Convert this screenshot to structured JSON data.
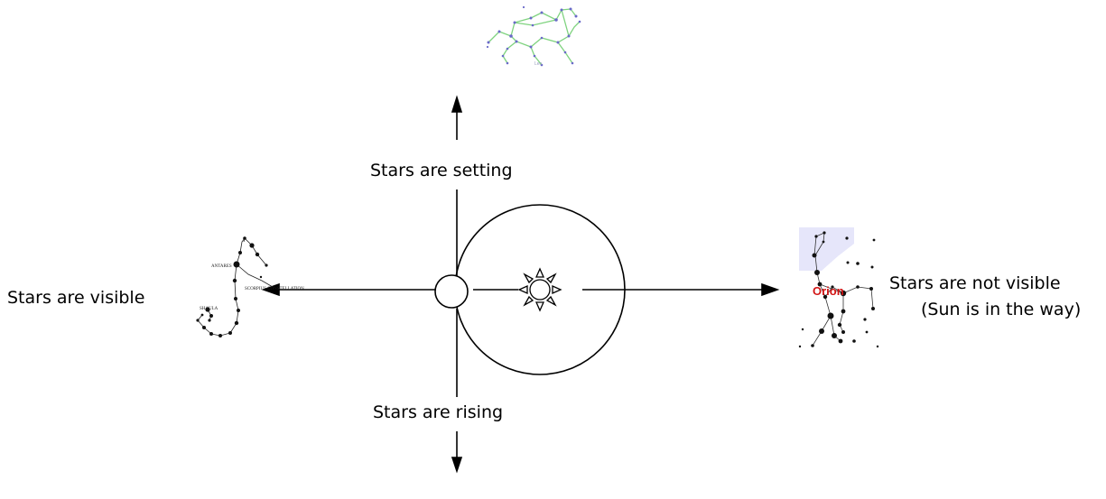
{
  "labels": {
    "setting": "Stars are setting",
    "rising": "Stars are rising",
    "visible": "Stars are visible",
    "not_visible": "Stars are not visible",
    "sun_in_way": "(Sun is in the way)"
  },
  "constellations": {
    "leo": "Leo",
    "scorpius": "SCORPIUS CONSTELLATION",
    "antares": "ANTARES",
    "shaula": "SHAULA",
    "orion": "Orion"
  },
  "colors": {
    "line": "#000000",
    "leo_lines": "#7fd37f",
    "leo_stars": "#6a6ac8",
    "orion_label": "#d21414",
    "orion_bg": "#e6e6fa"
  },
  "icons": {
    "sun": "sun-icon",
    "earth": "earth-circle"
  }
}
